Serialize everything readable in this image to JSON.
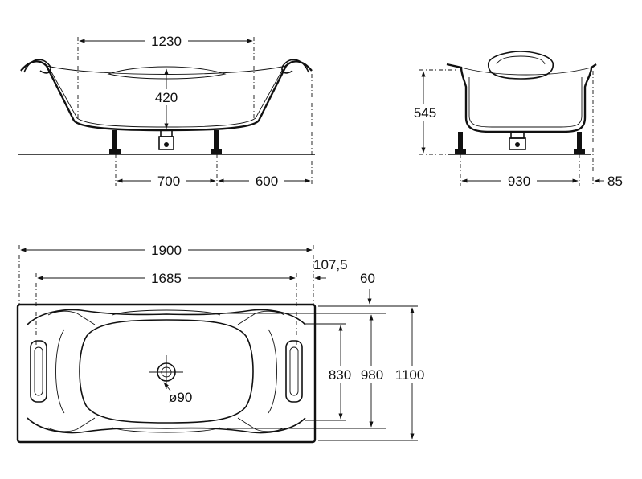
{
  "side_view": {
    "width_top": "1230",
    "depth": "420",
    "leg_spacing": "700",
    "end_offset": "600"
  },
  "end_view": {
    "height": "545",
    "leg_spacing": "930",
    "overhang": "85"
  },
  "plan_view": {
    "overall_length": "1900",
    "inner_length": "1685",
    "offset": "107,5",
    "rim": "60",
    "inner_width": "830",
    "mid_width": "980",
    "overall_width": "1100",
    "drain_diameter": "ø90"
  }
}
